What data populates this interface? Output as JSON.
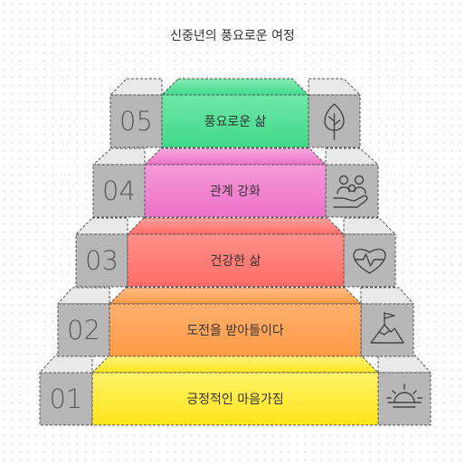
{
  "title": "신중년의 풍요로운 여정",
  "steps": [
    {
      "number": "01",
      "label": "긍정적인 마음가짐",
      "color_top": "#fff26b",
      "color_bottom": "#ffe51a",
      "icon": "sunrise-icon"
    },
    {
      "number": "02",
      "label": "도전을 받아들이다",
      "color_top": "#ffb06e",
      "color_bottom": "#ff9a45",
      "icon": "mountain-flag-icon"
    },
    {
      "number": "03",
      "label": "건강한 삶",
      "color_top": "#ff8f8a",
      "color_bottom": "#ff6b66",
      "icon": "heart-pulse-icon"
    },
    {
      "number": "04",
      "label": "관계 강화",
      "color_top": "#f59ad8",
      "color_bottom": "#ee70c8",
      "icon": "family-hand-icon"
    },
    {
      "number": "05",
      "label": "풍요로운 삶",
      "color_top": "#6fe8a6",
      "color_bottom": "#3fd98a",
      "icon": "tree-icon"
    }
  ]
}
